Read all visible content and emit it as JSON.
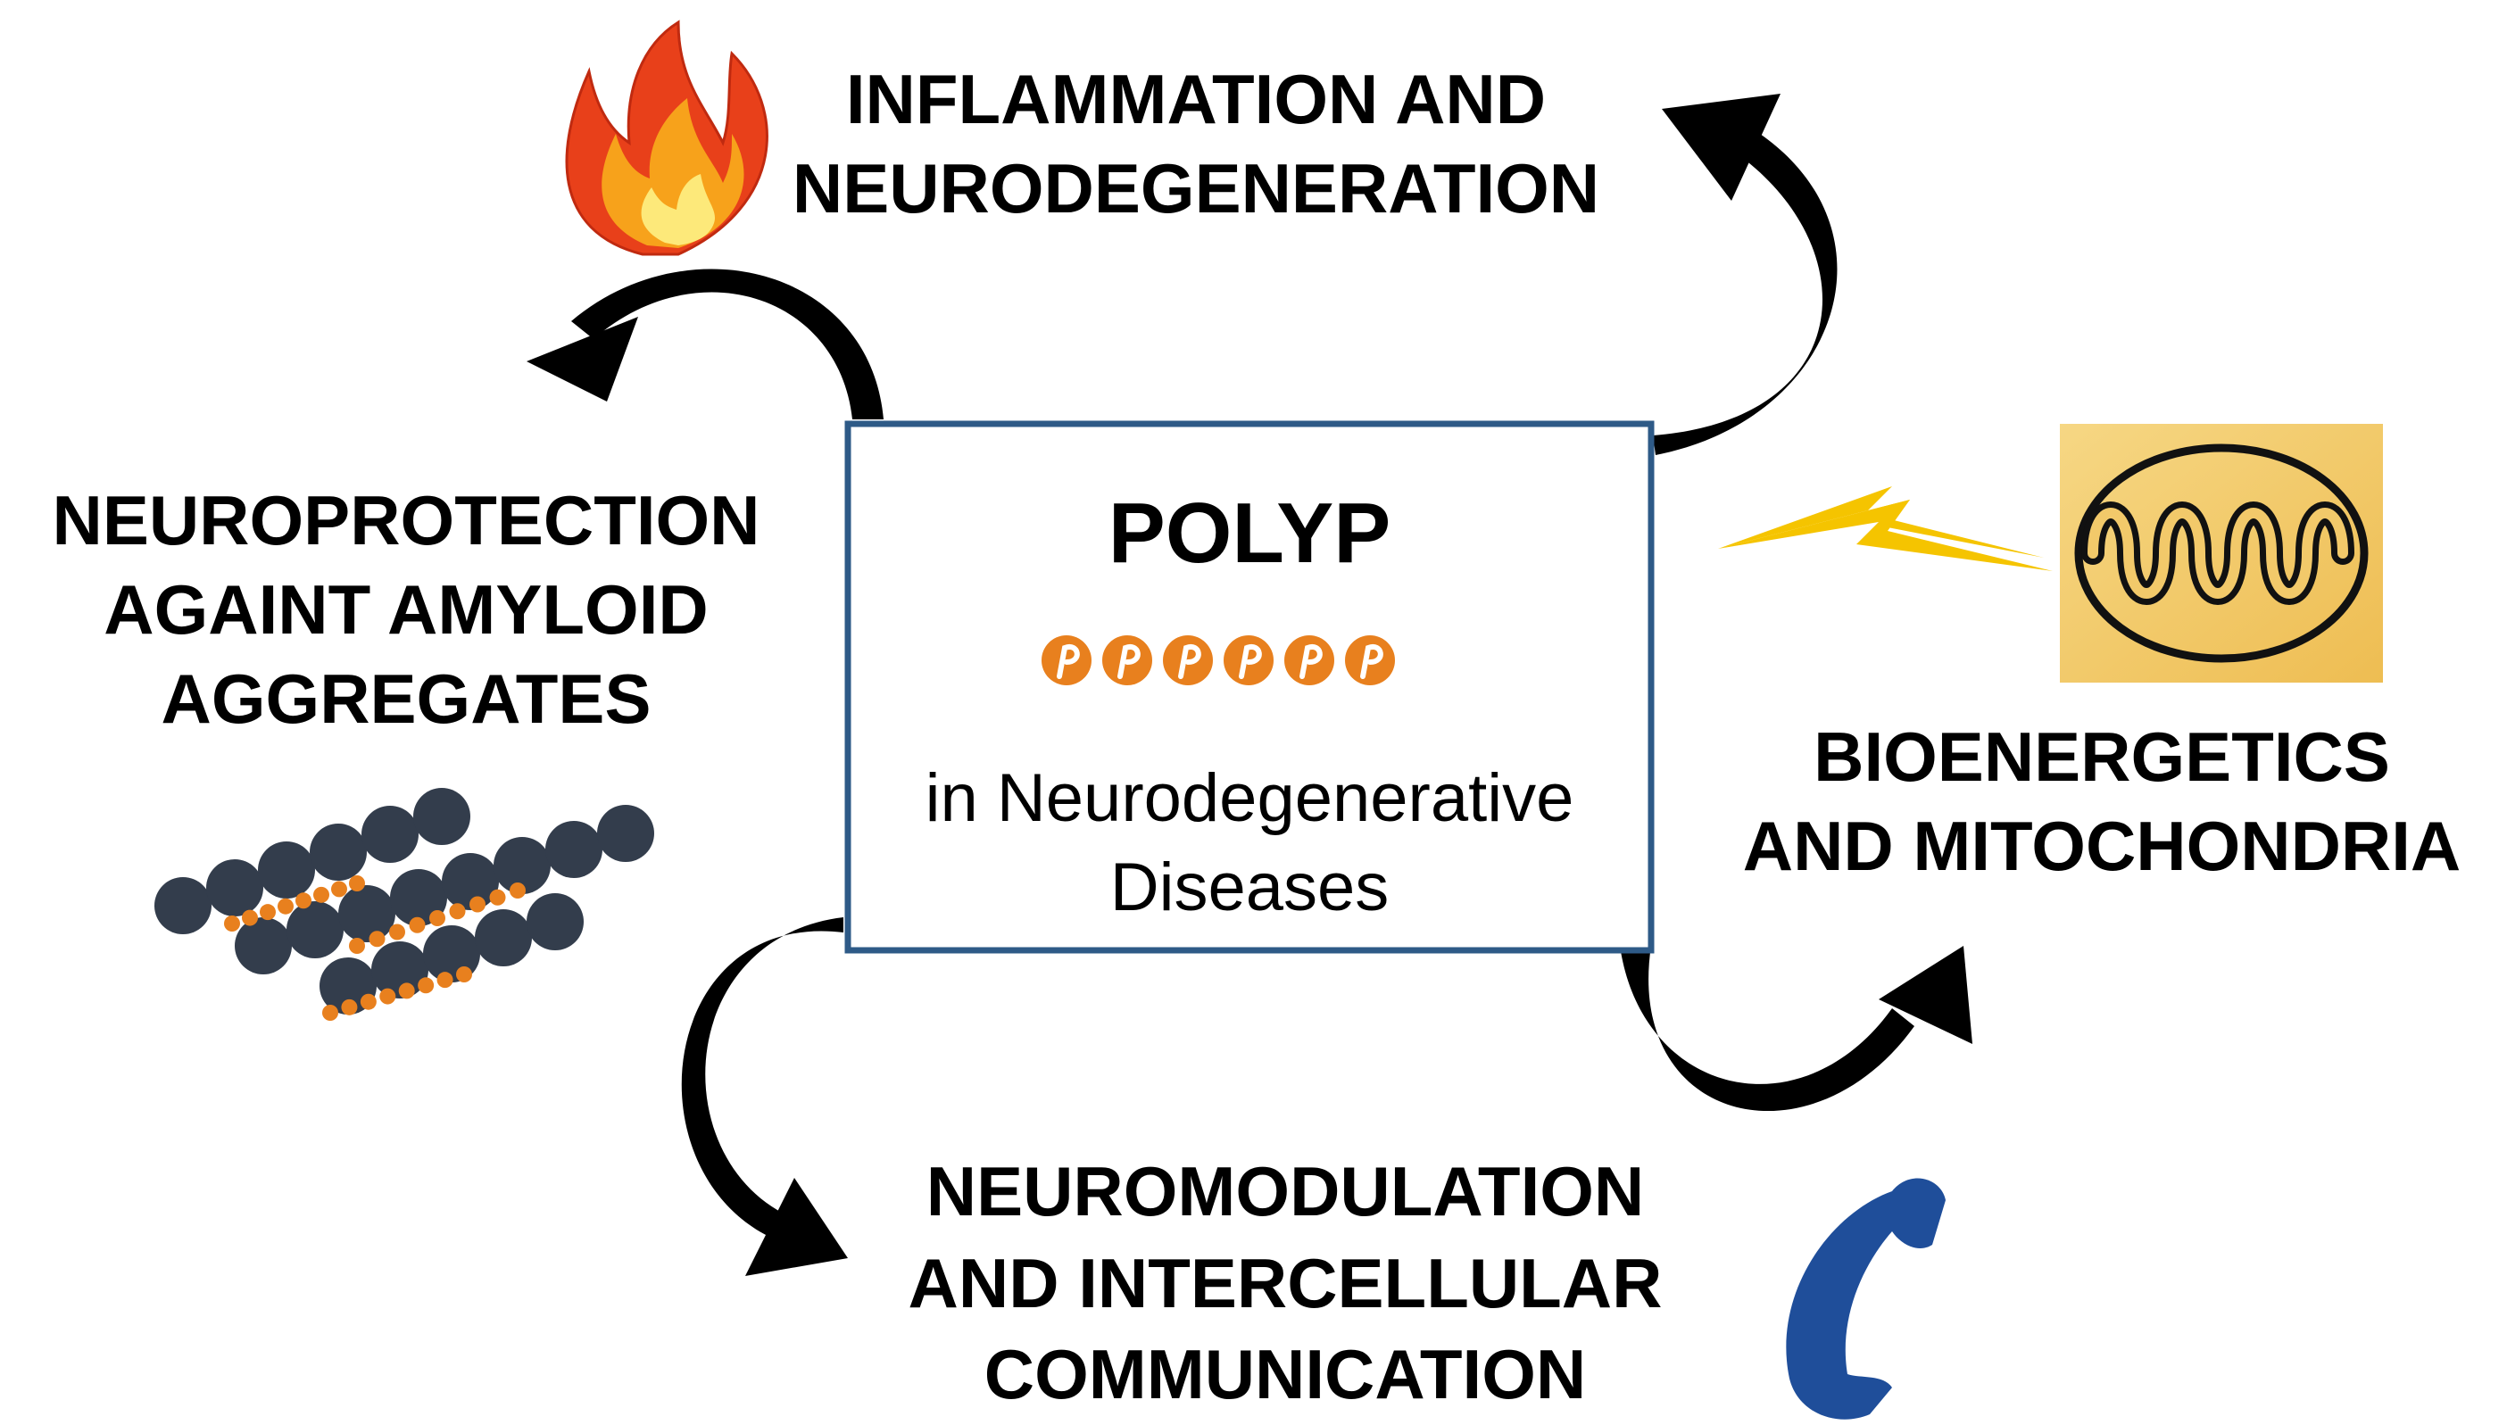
{
  "center": {
    "title": "POLYP",
    "subtitle_line1": "in Neurodegenerative",
    "subtitle_line2": "Diseases",
    "border_color": "#2e5a87",
    "phosphate_color": "#e8801e",
    "phosphate_count": 6
  },
  "topics": {
    "inflammation": {
      "line1": "INFLAMMATION AND",
      "line2": "NEURODEGENERATION",
      "icon": "flame-icon"
    },
    "neuroprotection": {
      "line1": "NEUROPROTECTION",
      "line2": "AGAINT AMYLOID",
      "line3": "AGGREGATES",
      "icon": "amyloid-aggregate-icon"
    },
    "bioenergetics": {
      "line1": "BIOENERGETICS",
      "line2": "AND MITOCHONDRIA",
      "icon": "mitochondrion-icon"
    },
    "neuromodulation": {
      "line1": "NEUROMODULATION",
      "line2": "AND INTERCELLULAR",
      "line3": "COMMUNICATION",
      "icon": "telephone-icon"
    }
  },
  "colors": {
    "arrow": "#000000",
    "flame_outer": "#e8401a",
    "flame_inner": "#f7a21b",
    "flame_core": "#fde97a",
    "bolt": "#f5c400",
    "mito_bg": "#f2c96a",
    "amyloid": "#333d4c",
    "phone": "#1f4e9a"
  }
}
